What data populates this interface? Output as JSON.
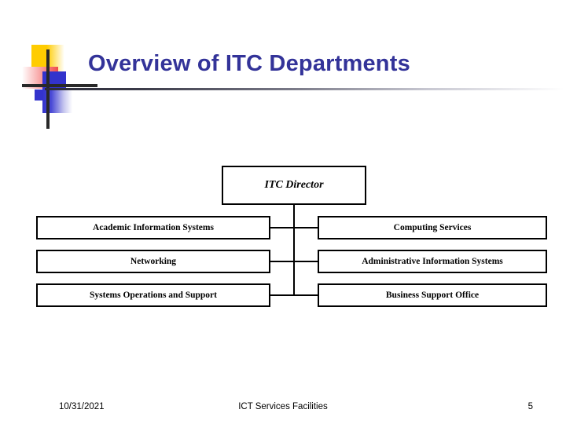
{
  "slide": {
    "title": "Overview of ITC Departments"
  },
  "chart_data": {
    "type": "diagram",
    "diagram_kind": "organizational-chart",
    "title": "Overview of ITC Departments",
    "root": {
      "label": "ITC Director"
    },
    "rows": [
      {
        "left": "Academic Information Systems",
        "right": "Computing Services"
      },
      {
        "left": "Networking",
        "right": "Administrative Information Systems"
      },
      {
        "left": "Systems Operations and Support",
        "right": "Business Support Office"
      }
    ],
    "nodes": [
      "ITC Director",
      "Academic Information Systems",
      "Computing Services",
      "Networking",
      "Administrative Information Systems",
      "Systems Operations and Support",
      "Business Support Office"
    ],
    "edges": [
      [
        "ITC Director",
        "Academic Information Systems"
      ],
      [
        "ITC Director",
        "Computing Services"
      ],
      [
        "ITC Director",
        "Networking"
      ],
      [
        "ITC Director",
        "Administrative Information Systems"
      ],
      [
        "ITC Director",
        "Systems Operations and Support"
      ],
      [
        "ITC Director",
        "Business Support Office"
      ]
    ]
  },
  "footer": {
    "date": "10/31/2021",
    "center": "ICT Services  Facilities",
    "page": "5"
  },
  "colors": {
    "title": "#333399",
    "rule_start": "#2b2b38",
    "logo_yellow": "#ffcc00",
    "logo_red": "#f04a4a",
    "logo_blue": "#3333cc",
    "logo_cross": "#282828",
    "node_border": "#000000",
    "background": "#ffffff"
  }
}
